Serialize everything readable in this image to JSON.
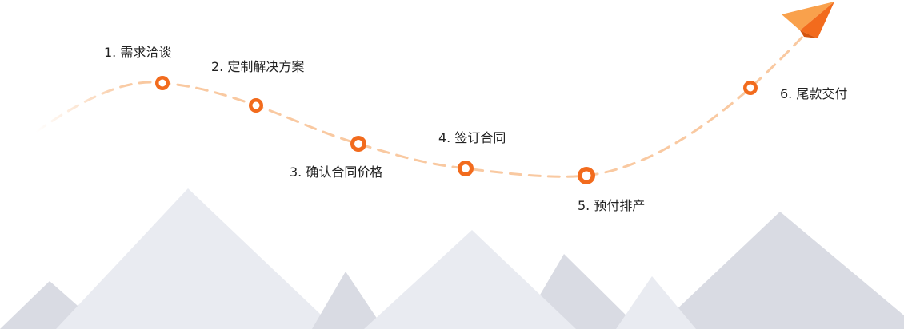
{
  "steps": [
    {
      "label": "1. 需求洽谈"
    },
    {
      "label": "2. 定制解决方案"
    },
    {
      "label": "3. 确认合同价格"
    },
    {
      "label": "4. 签订合同"
    },
    {
      "label": "5. 预付排产"
    },
    {
      "label": "6. 尾款交付"
    }
  ],
  "colors": {
    "accent": "#f26b1d",
    "path": "#f9c9a1",
    "mountain_light": "#e9ebf1",
    "mountain_dark": "#d9dbe3"
  },
  "icons": {
    "arrow": "paper-plane-icon"
  }
}
